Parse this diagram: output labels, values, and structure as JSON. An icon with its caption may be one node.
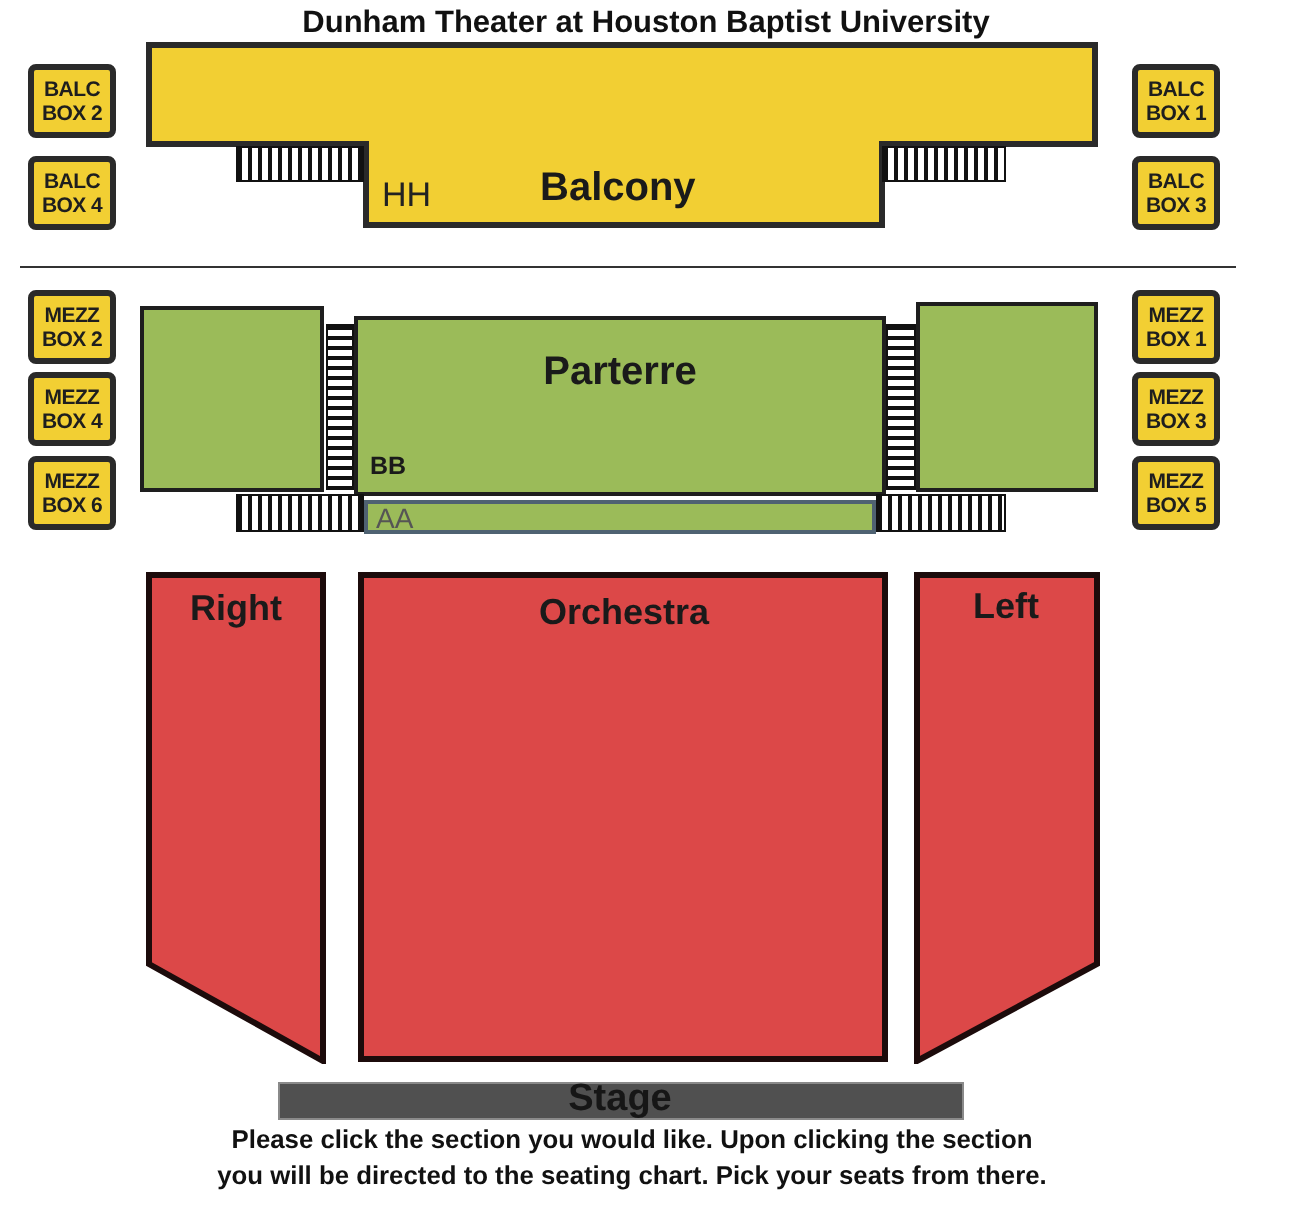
{
  "diagram": {
    "title": "Dunham Theater at Houston Baptist University",
    "caption": "Please click the section you would like. Upon clicking the section you will be directed to the seating chart. Pick your seats from there.",
    "nodes": [
      {
        "text": [
          "BALC BOX 2"
        ]
      },
      {
        "text": [
          "HH",
          "Balcony"
        ]
      },
      {
        "text": [
          "BALC BOX 1"
        ]
      },
      {
        "text": [],
        "shape": "stairs"
      },
      {
        "text": [],
        "shape": "stairs"
      },
      {
        "text": [
          "BALC BOX 4"
        ]
      },
      {
        "text": [
          "BALC BOX 3"
        ]
      },
      {
        "text": [
          "MEZZ BOX 2"
        ]
      },
      {
        "text": [],
        "shape": "box"
      },
      {
        "text": [],
        "shape": "stairs"
      },
      {
        "text": [
          "Parterre",
          "BB"
        ]
      },
      {
        "text": [],
        "shape": "stairs"
      },
      {
        "text": [],
        "shape": "box"
      },
      {
        "text": [
          "MEZZ BOX 1"
        ]
      },
      {
        "text": [
          "MEZZ BOX 4"
        ]
      },
      {
        "text": [
          "MEZZ BOX 3"
        ]
      },
      {
        "text": [
          "MEZZ BOX 6"
        ]
      },
      {
        "text": [],
        "shape": "stairs"
      },
      {
        "text": [
          "AA"
        ]
      },
      {
        "text": [],
        "shape": "stairs"
      },
      {
        "text": [
          "MEZZ BOX 5"
        ]
      },
      {
        "text": [
          "Right"
        ]
      },
      {
        "text": [
          "Orchestra"
        ]
      },
      {
        "text": [
          "Left"
        ]
      },
      {
        "text": [
          "Stage"
        ]
      }
    ]
  }
}
